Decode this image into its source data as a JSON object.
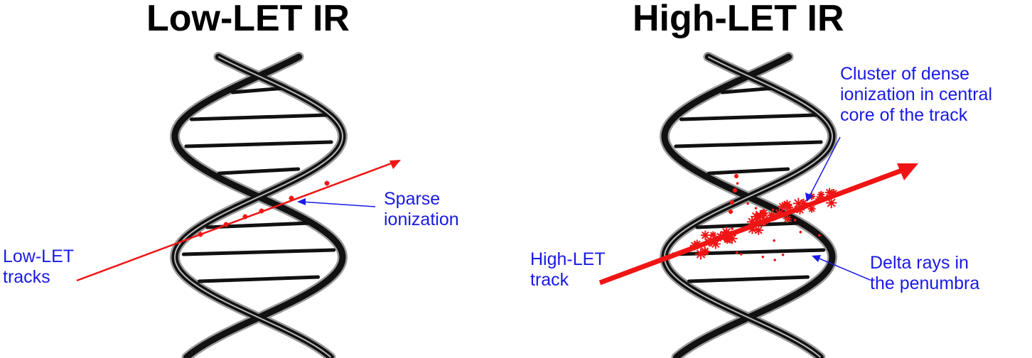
{
  "colors": {
    "label": "#1a1ae6",
    "track": "#f01515",
    "dna": "#111111",
    "title": "#000000"
  },
  "panels": {
    "low": {
      "title": "Low-LET IR",
      "track_label": "Low-LET\ntracks",
      "ionization_label": "Sparse\nionization"
    },
    "high": {
      "title": "High-LET IR",
      "track_label": "High-LET\ntrack",
      "cluster_label": "Cluster of dense\nionization in central\ncore of the track",
      "delta_label": "Delta rays in\nthe penumbra"
    }
  }
}
